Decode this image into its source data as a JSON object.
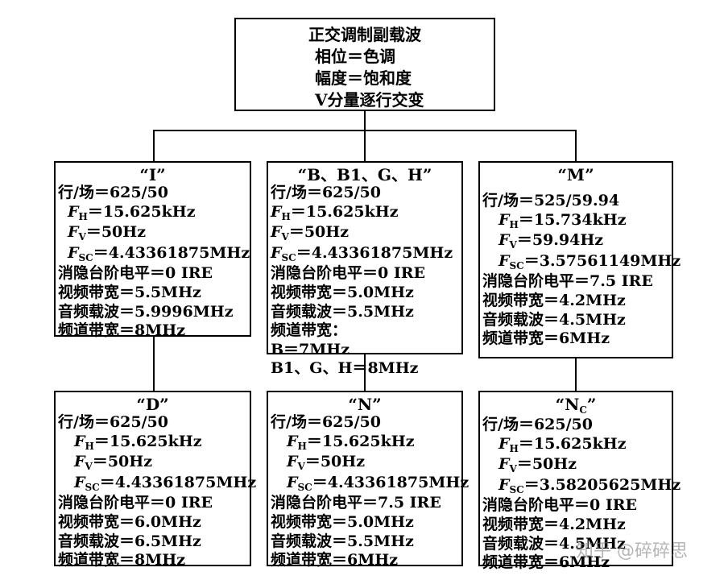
{
  "root": {
    "lines": [
      "正交调制副载波",
      "相位＝色调",
      "幅度＝饱和度",
      "V分量逐行交变"
    ]
  },
  "standards": {
    "I": {
      "title": "“I”",
      "lines": [
        "行/场＝625/50",
        "15.625kHz",
        "50Hz",
        "4.43361875MHz",
        "消隐台阶电平＝0 IRE",
        "视频带宽＝5.5MHz",
        "音频载波＝5.9996MHz",
        "频道带宽＝8MHz"
      ]
    },
    "BG": {
      "title": "“B、B1、G、H”",
      "lines": [
        "行/场＝625/50",
        "15.625kHz",
        "50Hz",
        "4.43361875MHz",
        "消隐台阶电平＝0 IRE",
        "视频带宽＝5.0MHz",
        "音频载波＝5.5MHz",
        "频道带宽：",
        "B＝7MHz",
        "B1、G、H＝8MHz"
      ]
    },
    "M": {
      "title": "“M”",
      "lines": [
        "行/场＝525/59.94",
        "15.734kHz",
        "59.94Hz",
        "3.57561149MHz",
        "消隐台阶电平＝7.5 IRE",
        "视频带宽＝4.2MHz",
        "音频载波＝4.5MHz",
        "频道带宽＝6MHz"
      ]
    },
    "D": {
      "title": "“D”",
      "lines": [
        "行/场＝625/50",
        "15.625kHz",
        "50Hz",
        "4.43361875MHz",
        "消隐台阶电平＝0 IRE",
        "视频带宽＝6.0MHz",
        "音频载波＝6.5MHz",
        "频道带宽＝8MHz"
      ]
    },
    "N": {
      "title": "“N”",
      "lines": [
        "行/场＝625/50",
        "15.625kHz",
        "50Hz",
        "4.43361875MHz",
        "消隐台阶电平＝7.5 IRE",
        "视频带宽＝5.0MHz",
        "音频载波＝5.5MHz",
        "频道带宽＝6MHz"
      ]
    },
    "NC": {
      "title_main": "“N",
      "title_sub": "C",
      "title_end": "”",
      "lines": [
        "行/场＝625/50",
        "15.625kHz",
        "50Hz",
        "3.58205625MHz",
        "消隐台阶电平＝0 IRE",
        "视频带宽＝4.2MHz",
        "音频载波＝4.5MHz",
        "频道带宽＝6MHz"
      ]
    }
  },
  "symbols": {
    "F": "F",
    "H": "H",
    "V": "V",
    "SC": "SC",
    "eq": "＝"
  },
  "watermark": "知乎 @碎碎思"
}
